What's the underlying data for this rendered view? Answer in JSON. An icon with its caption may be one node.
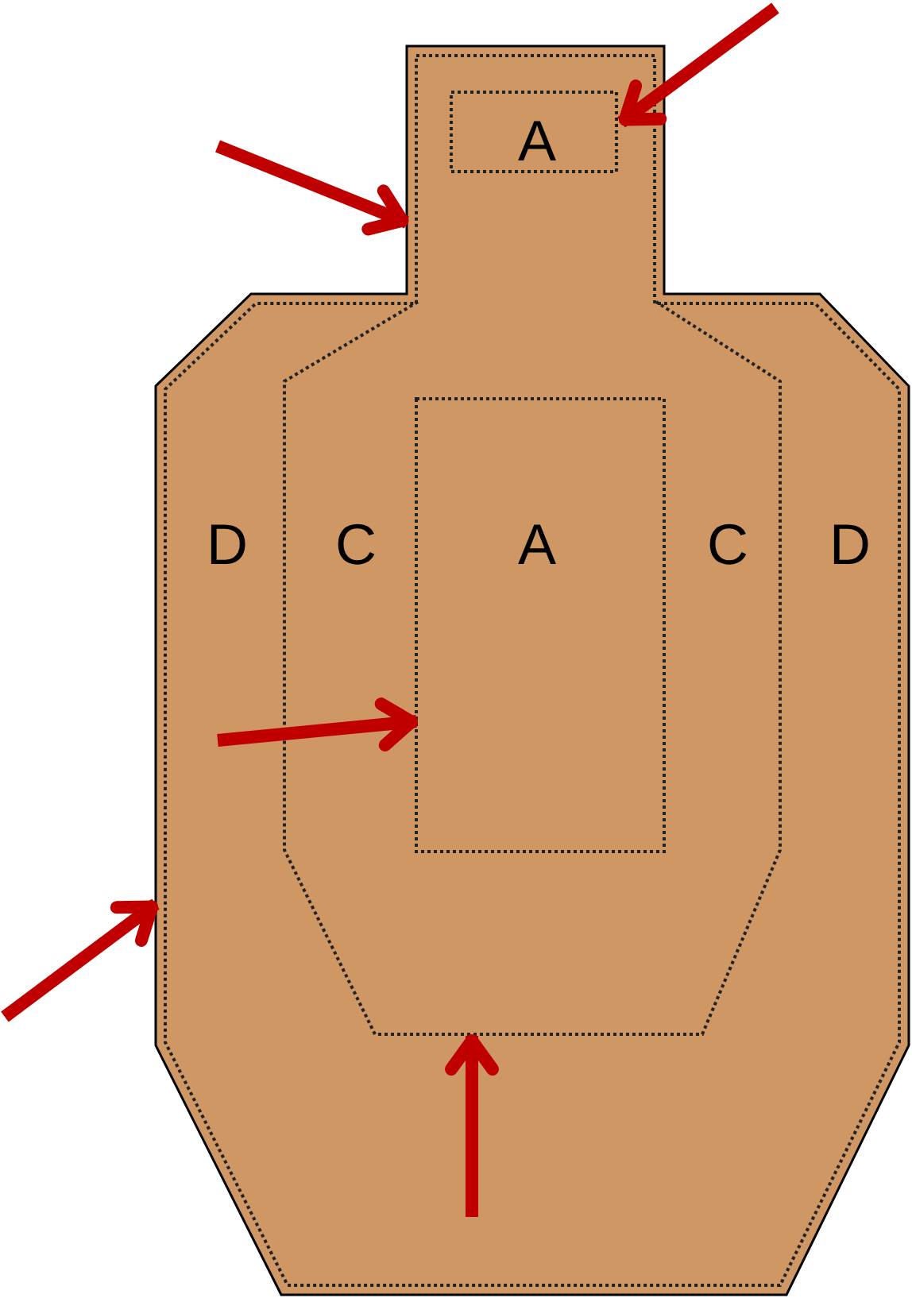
{
  "diagram": {
    "nodes": [
      {
        "text": [
          "D",
          "D"
        ]
      },
      {
        "text": [
          "A"
        ],
        "in": 0
      },
      {
        "text": [
          "C",
          "C"
        ],
        "in": 0
      },
      {
        "text": [
          "A"
        ],
        "in": 2
      }
    ],
    "edges": [
      {
        "from": null,
        "to": 1,
        "arrow": "to"
      },
      {
        "from": null,
        "to": 0,
        "arrow": "to"
      },
      {
        "from": null,
        "to": 3,
        "arrow": "to"
      },
      {
        "from": null,
        "to": 0,
        "arrow": "to"
      },
      {
        "from": null,
        "to": 2,
        "arrow": "to"
      }
    ]
  }
}
